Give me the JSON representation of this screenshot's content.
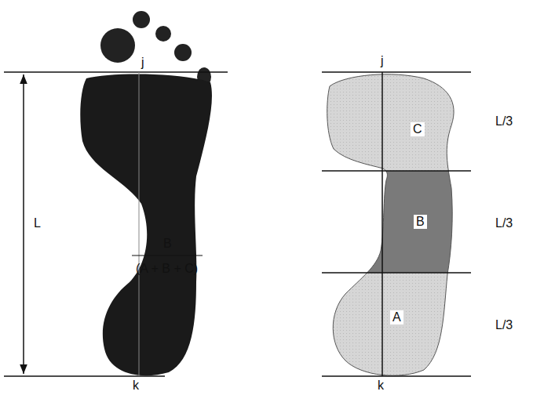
{
  "diagram": {
    "labels": [
      "j",
      "L",
      "k",
      "B",
      "(A + B + C)",
      "j",
      "C",
      "L/3",
      "B",
      "L/3",
      "A",
      "L/3",
      "k"
    ]
  }
}
